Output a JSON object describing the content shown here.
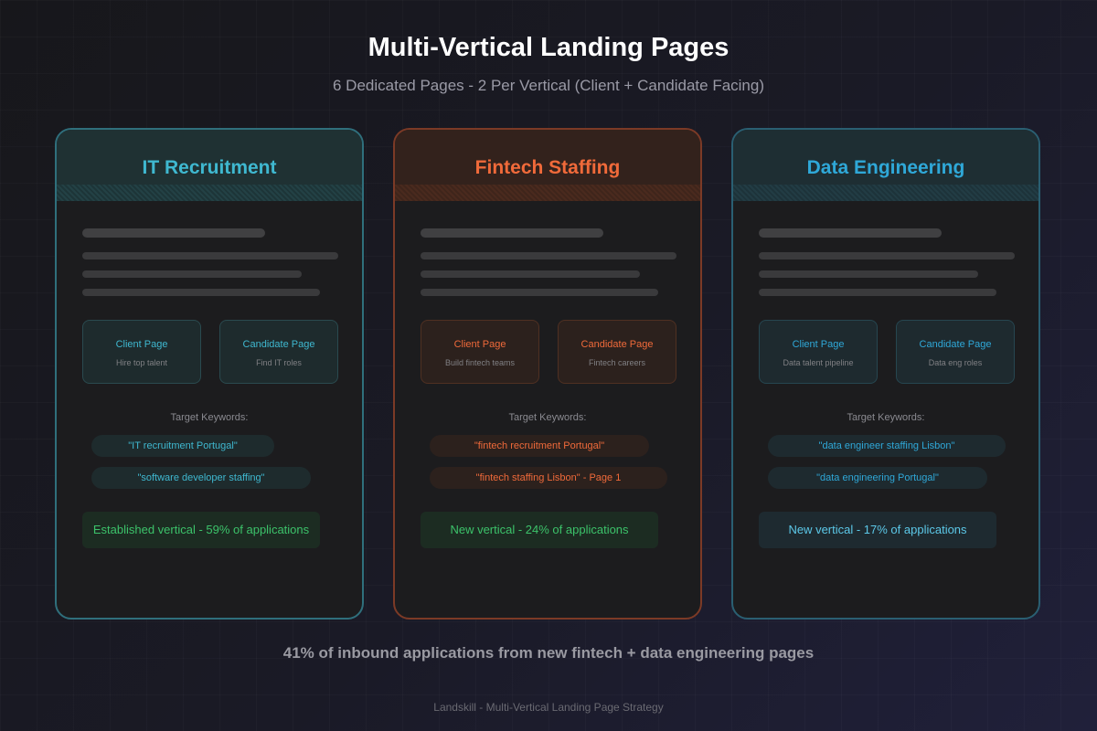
{
  "title": "Multi-Vertical Landing Pages",
  "subtitle": "6 Dedicated Pages - 2 Per Vertical (Client + Candidate Facing)",
  "colors": {
    "it_accent": "#3fb8d0",
    "fintech_accent": "#f06a3a",
    "data_accent": "#2fa8d8",
    "green_status": "#3cc26a",
    "blue_status": "#5cc8e8"
  },
  "verticals": [
    {
      "name": "IT Recruitment",
      "client_page": {
        "title": "Client Page",
        "subtitle": "Hire top talent"
      },
      "candidate_page": {
        "title": "Candidate Page",
        "subtitle": "Find IT roles"
      },
      "keywords_label": "Target Keywords:",
      "keywords": [
        "\"IT recruitment Portugal\"",
        "\"software developer staffing\""
      ],
      "status": "Established vertical - 59% of applications"
    },
    {
      "name": "Fintech Staffing",
      "client_page": {
        "title": "Client Page",
        "subtitle": "Build fintech teams"
      },
      "candidate_page": {
        "title": "Candidate Page",
        "subtitle": "Fintech careers"
      },
      "keywords_label": "Target Keywords:",
      "keywords": [
        "\"fintech recruitment Portugal\"",
        "\"fintech staffing Lisbon\" - Page 1"
      ],
      "status": "New vertical - 24% of applications"
    },
    {
      "name": "Data Engineering",
      "client_page": {
        "title": "Client Page",
        "subtitle": "Data talent pipeline"
      },
      "candidate_page": {
        "title": "Candidate Page",
        "subtitle": "Data eng roles"
      },
      "keywords_label": "Target Keywords:",
      "keywords": [
        "\"data engineer staffing Lisbon\"",
        "\"data engineering Portugal\""
      ],
      "status": "New vertical - 17% of applications"
    }
  ],
  "bottom_note": "41% of inbound applications from new fintech + data engineering pages",
  "footer": "Landskill - Multi-Vertical Landing Page Strategy"
}
